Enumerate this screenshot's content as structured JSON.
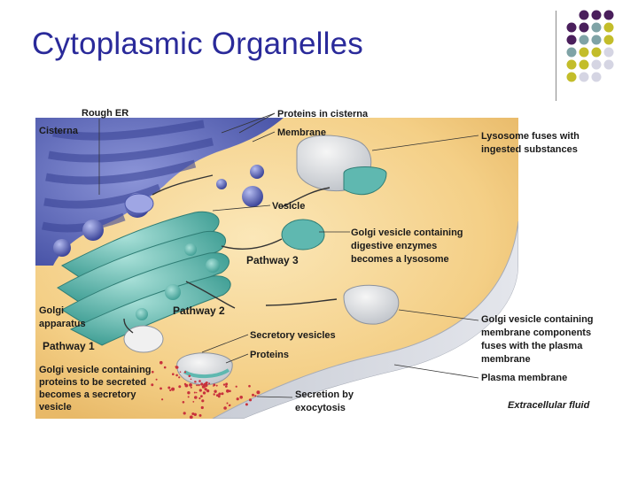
{
  "slide": {
    "title": "Cytoplasmic Organelles"
  },
  "theme": {
    "title_color": "#2a2a9a",
    "dot_colors": [
      "#4a1f5c",
      "#7fa3a6",
      "#c3bd2a",
      "#d5d5e3"
    ]
  },
  "diagram": {
    "labels": {
      "rough_er": "Rough ER",
      "cisterna": "Cisterna",
      "proteins_in_cisterna": "Proteins in cisterna",
      "membrane": "Membrane",
      "vesicle": "Vesicle",
      "lysosome_fuses_1": "Lysosome fuses with",
      "lysosome_fuses_2": "ingested substances",
      "golgi_digestive_1": "Golgi vesicle containing",
      "golgi_digestive_2": "digestive enzymes",
      "golgi_digestive_3": "becomes a lysosome",
      "pathway_3": "Pathway 3",
      "pathway_2": "Pathway 2",
      "pathway_1": "Pathway 1",
      "golgi_apparatus_1": "Golgi",
      "golgi_apparatus_2": "apparatus",
      "secretory_vesicles": "Secretory vesicles",
      "proteins": "Proteins",
      "golgi_membrane_1": "Golgi vesicle containing",
      "golgi_membrane_2": "membrane components",
      "golgi_membrane_3": "fuses with the plasma",
      "golgi_membrane_4": "membrane",
      "plasma_membrane": "Plasma membrane",
      "golgi_secretory_1": "Golgi vesicle containing",
      "golgi_secretory_2": "proteins to be secreted",
      "golgi_secretory_3": "becomes a secretory",
      "golgi_secretory_4": "vesicle",
      "secretion_1": "Secretion by",
      "secretion_2": "exocytosis",
      "extracellular_fluid": "Extracellular fluid"
    }
  }
}
